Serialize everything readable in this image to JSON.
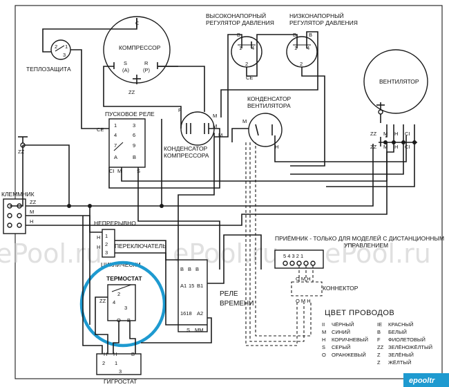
{
  "components": {
    "compressor": "КОМПРЕССОР",
    "thermal_protection": "ТЕПЛОЗАЩИТА",
    "start_relay": "ПУСКОВОЕ РЕЛЕ",
    "compressor_capacitor_1": "КОНДЕНСАТОР",
    "compressor_capacitor_2": "КОМПРЕССОРА",
    "hp_regulator_1": "ВЫСОКОНАПОРНЫЙ",
    "hp_regulator_2": "РЕГУЛЯТОР ДАВЛЕНИЯ",
    "lp_regulator_1": "НИЗКОНАПОРНЫЙ",
    "lp_regulator_2": "РЕГУЛЯТОР ДАВЛЕНИЯ",
    "fan_capacitor_1": "КОНДЕНСАТОР",
    "fan_capacitor_2": "ВЕНТИЛЯТОРА",
    "fan": "ВЕНТИЛЯТОР",
    "terminal": "КЛЕММНИК",
    "continuous": "НЕПРЕРЫВНО",
    "switch": "ПЕРЕКЛЮЧАТЕЛЬ",
    "cyclic": "ЦИКЛИЧЕСКИ",
    "thermostat": "ТЕРМОСТАТ",
    "timer_relay_1": "РЕЛЕ",
    "timer_relay_2": "ВРЕМЕНИ",
    "receiver_1": "ПРИЁМНИК - ТОЛЬКО ДЛЯ МОДЕЛЕЙ С ДИСТАНЦИОННЫМ",
    "receiver_2": "УПРАВЛЕНИЕМ",
    "connector": "КОННЕКТОР",
    "hygrostat": "ГИГРОСТАТ"
  },
  "legend": {
    "title": "ЦВЕТ ПРОВОДОВ",
    "left": [
      {
        "code": "II",
        "name": "ЧЁРНЫЙ"
      },
      {
        "code": "M",
        "name": "СИНИЙ"
      },
      {
        "code": "H",
        "name": "КОРИЧНЕВЫЙ"
      },
      {
        "code": "S",
        "name": "СЕРЫЙ"
      },
      {
        "code": "O",
        "name": "ОРАНЖЕВЫЙ"
      }
    ],
    "right": [
      {
        "code": "IE",
        "name": "КРАСНЫЙ"
      },
      {
        "code": "B",
        "name": "БЕЛЫЙ"
      },
      {
        "code": "F",
        "name": "ФИОЛЕТОВЫЙ"
      },
      {
        "code": "ZZ",
        "name": "ЗЕЛЁНОЖЁЛТЫЙ"
      },
      {
        "code": "Z",
        "name": "ЗЕЛЁНЫЙ"
      },
      {
        "code": "Z",
        "name": "ЖЁЛТЫЙ"
      }
    ]
  },
  "watermark": "ePool.ru",
  "brand": "epooltr",
  "highlight_color": "#1e9ad0"
}
